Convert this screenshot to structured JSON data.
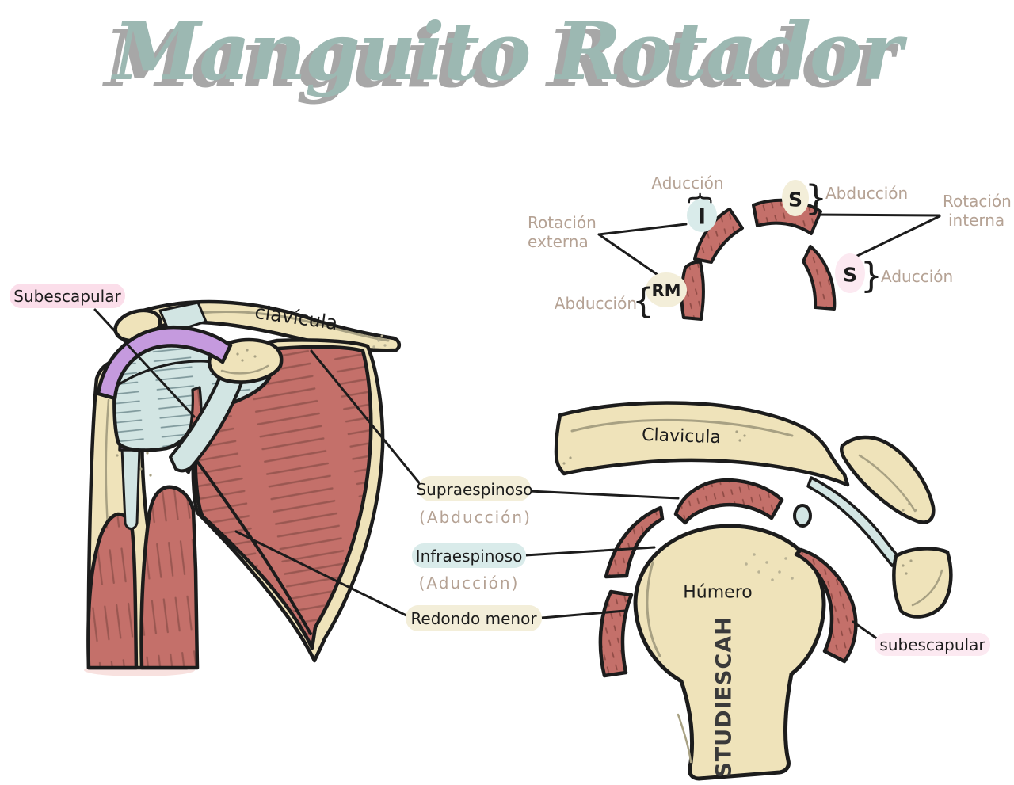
{
  "title": {
    "text": "Manguito Rotador"
  },
  "schematic": {
    "aduccion_top": "Aducción",
    "muscle_i": "I",
    "muscle_s_top": "S",
    "abduccion_right": "Abducción",
    "rotacion_interna_1": "Rotación",
    "rotacion_interna_2": "interna",
    "muscle_s_right": "S",
    "aduccion_right": "Aducción",
    "rotacion_externa_1": "Rotación",
    "rotacion_externa_2": "externa",
    "muscle_rm": "RM",
    "abduccion_left": "Abducción",
    "brace_up": "{",
    "brace_open": "{",
    "brace_close_top": "}",
    "brace_close_bottom": "}"
  },
  "left_diagram": {
    "subescapular": "Subescapular",
    "clavicula": "clavícula"
  },
  "middle_labels": {
    "supraespinoso": "Supraespinoso",
    "supraespinoso_action": "(Abducción)",
    "infraespinoso": "Infraespinoso",
    "infraespinoso_action": "(Aducción)",
    "redondo_menor": "Redondo menor"
  },
  "right_diagram": {
    "clavicula": "Clavicula",
    "humero": "Húmero",
    "brand": "STUDIESCAH",
    "subescapular": "subescapular"
  },
  "colors": {
    "title": "#9cb8b2",
    "title_shadow": "#a7a7a7",
    "ink": "#1c1c1c",
    "muscle_red": "#c4706a",
    "muscle_hatch": "#9a5751",
    "bone_cream": "#efe3ba",
    "bone_line": "#a8a183",
    "capsule_blue": "#d2e5e3",
    "capsule_hatch": "#7e989b",
    "ligament_purple": "#c59ade",
    "label_tan": "#b5a294",
    "pill_pink": "#fbdeea",
    "pill_pink_light": "#fce9f1",
    "pill_cream": "#f3eed9",
    "pill_blue": "#d9ebea"
  }
}
